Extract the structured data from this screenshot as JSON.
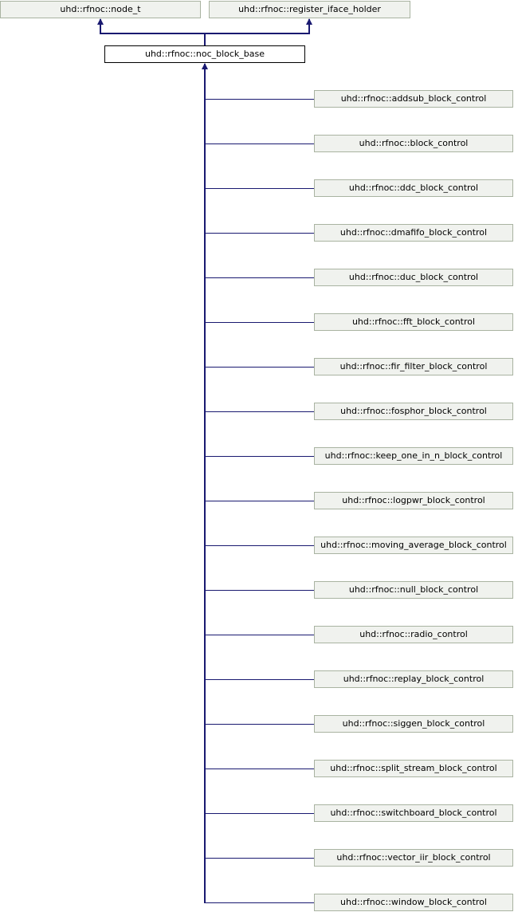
{
  "diagram": {
    "base_classes": [
      {
        "label": "uhd::rfnoc::node_t"
      },
      {
        "label": "uhd::rfnoc::register_iface_holder"
      }
    ],
    "main_class": {
      "label": "uhd::rfnoc::noc_block_base"
    },
    "derived_classes": [
      {
        "label": "uhd::rfnoc::addsub_block_control"
      },
      {
        "label": "uhd::rfnoc::block_control"
      },
      {
        "label": "uhd::rfnoc::ddc_block_control"
      },
      {
        "label": "uhd::rfnoc::dmafifo_block_control"
      },
      {
        "label": "uhd::rfnoc::duc_block_control"
      },
      {
        "label": "uhd::rfnoc::fft_block_control"
      },
      {
        "label": "uhd::rfnoc::fir_filter_block_control"
      },
      {
        "label": "uhd::rfnoc::fosphor_block_control"
      },
      {
        "label": "uhd::rfnoc::keep_one_in_n_block_control"
      },
      {
        "label": "uhd::rfnoc::logpwr_block_control"
      },
      {
        "label": "uhd::rfnoc::moving_average_block_control"
      },
      {
        "label": "uhd::rfnoc::null_block_control"
      },
      {
        "label": "uhd::rfnoc::radio_control"
      },
      {
        "label": "uhd::rfnoc::replay_block_control"
      },
      {
        "label": "uhd::rfnoc::siggen_block_control"
      },
      {
        "label": "uhd::rfnoc::split_stream_block_control"
      },
      {
        "label": "uhd::rfnoc::switchboard_block_control"
      },
      {
        "label": "uhd::rfnoc::vector_iir_block_control"
      },
      {
        "label": "uhd::rfnoc::window_block_control"
      }
    ],
    "colors": {
      "edge": "#191970",
      "node_fill": "#f0f2ee",
      "node_border": "#a9b3a1",
      "main_node_fill": "#ffffff",
      "main_node_border": "#000000",
      "text": "#000000",
      "background": "#ffffff"
    }
  }
}
